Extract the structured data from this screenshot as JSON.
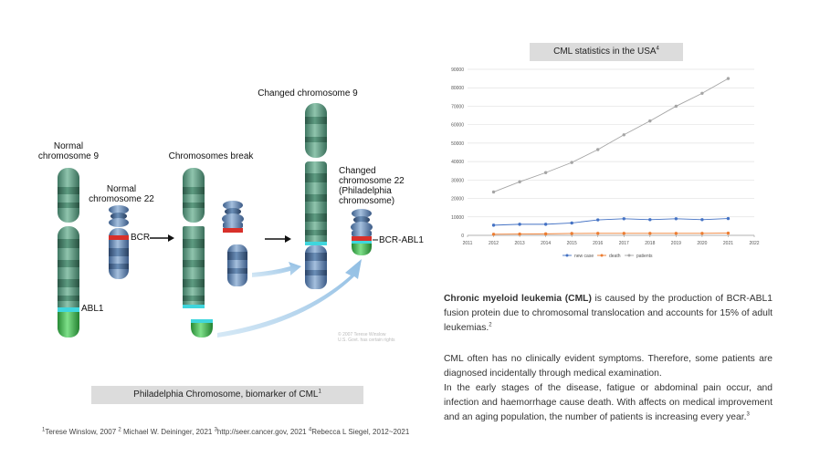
{
  "diagram": {
    "labels": {
      "normal9": [
        "Normal",
        "chromosome 9"
      ],
      "normal22": [
        "Normal",
        "chromosome 22"
      ],
      "breaks": "Chromosomes break",
      "changed9": "Changed chromosome 9",
      "changed22": [
        "Changed",
        "chromosome 22",
        "(Philadelphia",
        "chromosome)"
      ],
      "bcr": "BCR",
      "abl1": "ABL1",
      "bcr_abl1": "BCR-ABL1"
    },
    "copyright": [
      "© 2007 Terese Winslow",
      "U.S. Govt. has certain rights"
    ],
    "caption": "Philadelphia Chromosome, biomarker of CML",
    "caption_sup": "1",
    "colors": {
      "green": "#5e9c82",
      "blue": "#6b8fb8",
      "bcr_red": "#d8302a",
      "abl1_cyan": "#3fd6dd",
      "abl1_green": "#4dba58",
      "arrow": "#a9cde8"
    }
  },
  "footnote": {
    "n1": "1",
    "t1": "Terese Winslow, 2007 ",
    "n2": "2",
    "t2": " Michael W. Deininger, 2021 ",
    "n3": "3",
    "t3": "http://seer.cancer.gov, 2021 ",
    "n4": "4",
    "t4": "Rebecca L Siegel, 2012~2021"
  },
  "stats_title": "CML statistics in the USA",
  "stats_title_sup": "4",
  "chart_data": {
    "type": "line",
    "x": [
      2012,
      2013,
      2014,
      2015,
      2016,
      2017,
      2018,
      2019,
      2020,
      2021
    ],
    "xlim": [
      2011,
      2022
    ],
    "xticks": [
      "2011",
      "2012",
      "2013",
      "2014",
      "2015",
      "2016",
      "2017",
      "2018",
      "2019",
      "2020",
      "2021",
      "2022"
    ],
    "ylim": [
      0,
      90000
    ],
    "yticks": [
      "0",
      "10000",
      "20000",
      "30000",
      "40000",
      "50000",
      "60000",
      "70000",
      "80000",
      "90000"
    ],
    "grid": true,
    "legend": "bottom",
    "series": [
      {
        "name": "new case",
        "color": "#4472c4",
        "values": [
          5500,
          6000,
          6000,
          6700,
          8400,
          9000,
          8500,
          9000,
          8500,
          9100
        ]
      },
      {
        "name": "death",
        "color": "#ed7d31",
        "values": [
          600,
          700,
          800,
          1000,
          1100,
          1100,
          1100,
          1100,
          1100,
          1200
        ]
      },
      {
        "name": "patients",
        "color": "#a5a5a5",
        "values": [
          23500,
          29000,
          34000,
          39500,
          46500,
          54500,
          62000,
          70000,
          77000,
          85000
        ]
      }
    ]
  },
  "text": {
    "p1_bold": "Chronic myeloid leukemia (CML)",
    "p1_rest": " is caused by the production of BCR-ABL1 fusion protein due to chromosomal translocation and accounts for 15% of adult leukemias.",
    "p1_sup": "2",
    "p2": "CML often has no clinically evident symptoms. Therefore, some patients are diagnosed incidentally through medical examination.",
    "p3": "In the early stages of the disease, fatigue or abdominal pain occur, and infection and haemorrhage cause death. With affects on medical improvement and an aging population, the number of patients is increasing every year.",
    "p3_sup": "3"
  }
}
